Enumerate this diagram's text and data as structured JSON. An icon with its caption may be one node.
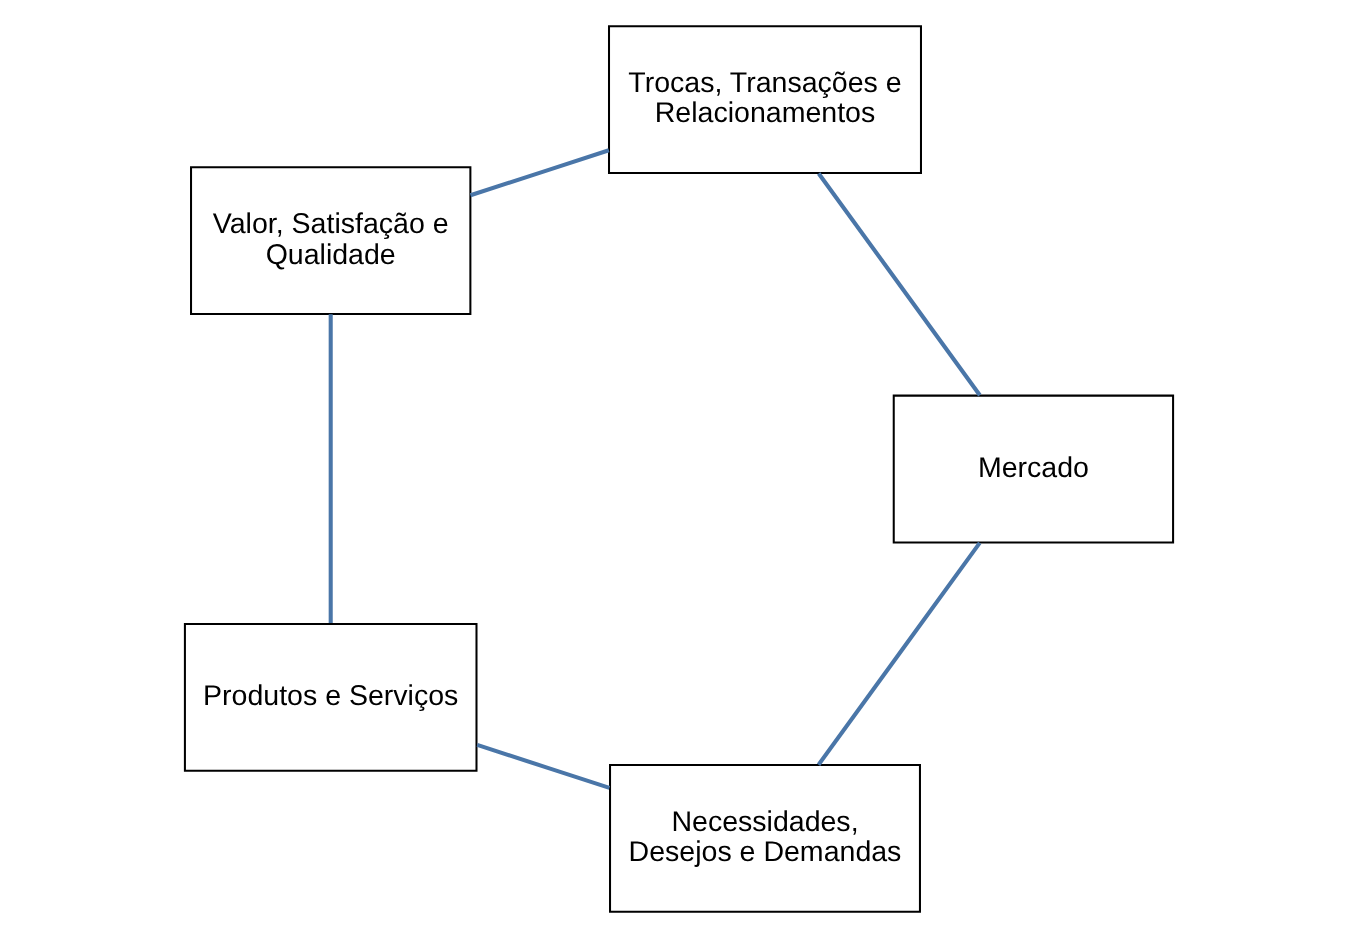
{
  "diagram": {
    "nodes": [
      {
        "text": [
          "Necessidades, Desejos e Demandas"
        ]
      },
      {
        "text": [
          "Produtos e Serviços"
        ]
      },
      {
        "text": [
          "Valor, Satisfação e Qualidade"
        ]
      },
      {
        "text": [
          "Trocas, Transações e Relacionamentos"
        ]
      },
      {
        "text": [
          "Mercado"
        ]
      }
    ],
    "edges": [
      {
        "from": 0,
        "to": 1,
        "arrow": "none"
      },
      {
        "from": 1,
        "to": 2,
        "arrow": "none"
      },
      {
        "from": 2,
        "to": 3,
        "arrow": "none"
      },
      {
        "from": 3,
        "to": 4,
        "arrow": "none"
      },
      {
        "from": 4,
        "to": 0,
        "arrow": "none"
      }
    ]
  }
}
